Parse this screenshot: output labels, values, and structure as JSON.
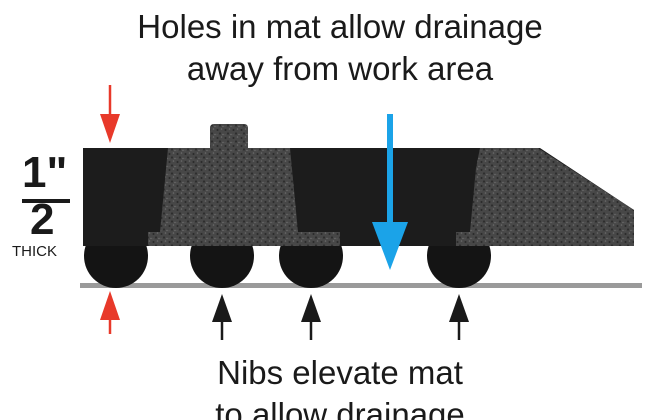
{
  "captions": {
    "top_line1": "Holes in mat allow drainage",
    "top_line2": "away from work area",
    "bottom_line1": "Nibs elevate mat",
    "bottom_line2": "to allow drainage"
  },
  "thickness": {
    "numerator": "1\"",
    "denominator": "2",
    "label": "THICK"
  },
  "colors": {
    "mat_dark": "#1c1c1c",
    "mat_texture": "#4a4a4a",
    "drain_arrow": "#1ba3e8",
    "measure_arrow": "#e8392a",
    "floor": "#9a9a9a",
    "pointer_arrow": "#1a1a1a"
  }
}
